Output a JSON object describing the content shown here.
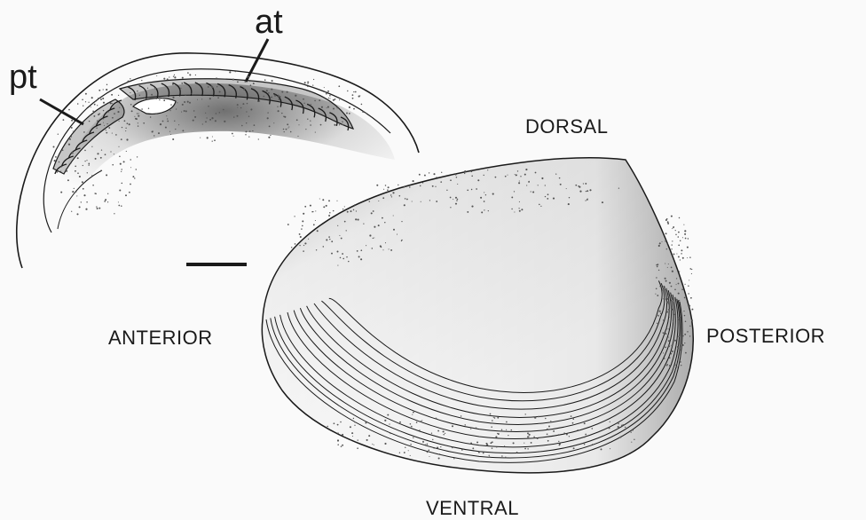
{
  "labels": {
    "dorsal": "DORSAL",
    "ventral": "VENTRAL",
    "anterior": "ANTERIOR",
    "posterior": "POSTERIOR",
    "anterior_teeth": "at",
    "posterior_teeth": "pt"
  },
  "colors": {
    "ink": "#1a1a1a",
    "background": "#fafafa",
    "stipple": "#555555"
  }
}
